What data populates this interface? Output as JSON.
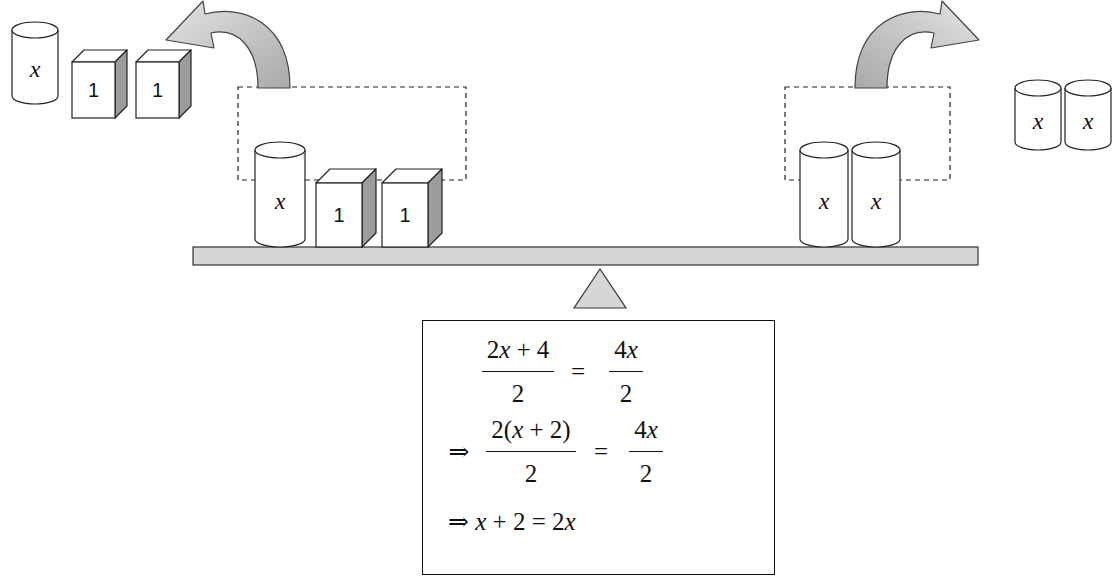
{
  "diagram": {
    "nodes": [
      {
        "text": [
          "x"
        ]
      },
      {
        "text": [
          "1"
        ]
      },
      {
        "text": [
          "1"
        ]
      },
      {
        "text": [
          "x"
        ]
      },
      {
        "text": [
          "x"
        ]
      },
      {
        "text": [
          "x"
        ]
      },
      {
        "text": [
          "1"
        ]
      },
      {
        "text": [
          "1"
        ]
      },
      {
        "text": [
          "x"
        ]
      },
      {
        "text": [
          "x"
        ]
      },
      {
        "text": [
          "2x + 4",
          "2",
          "=",
          "4x",
          "2",
          "⇒",
          "2(x + 2)",
          "2",
          "=",
          "4x",
          "2",
          "⇒ x + 2 = 2x"
        ]
      }
    ]
  }
}
